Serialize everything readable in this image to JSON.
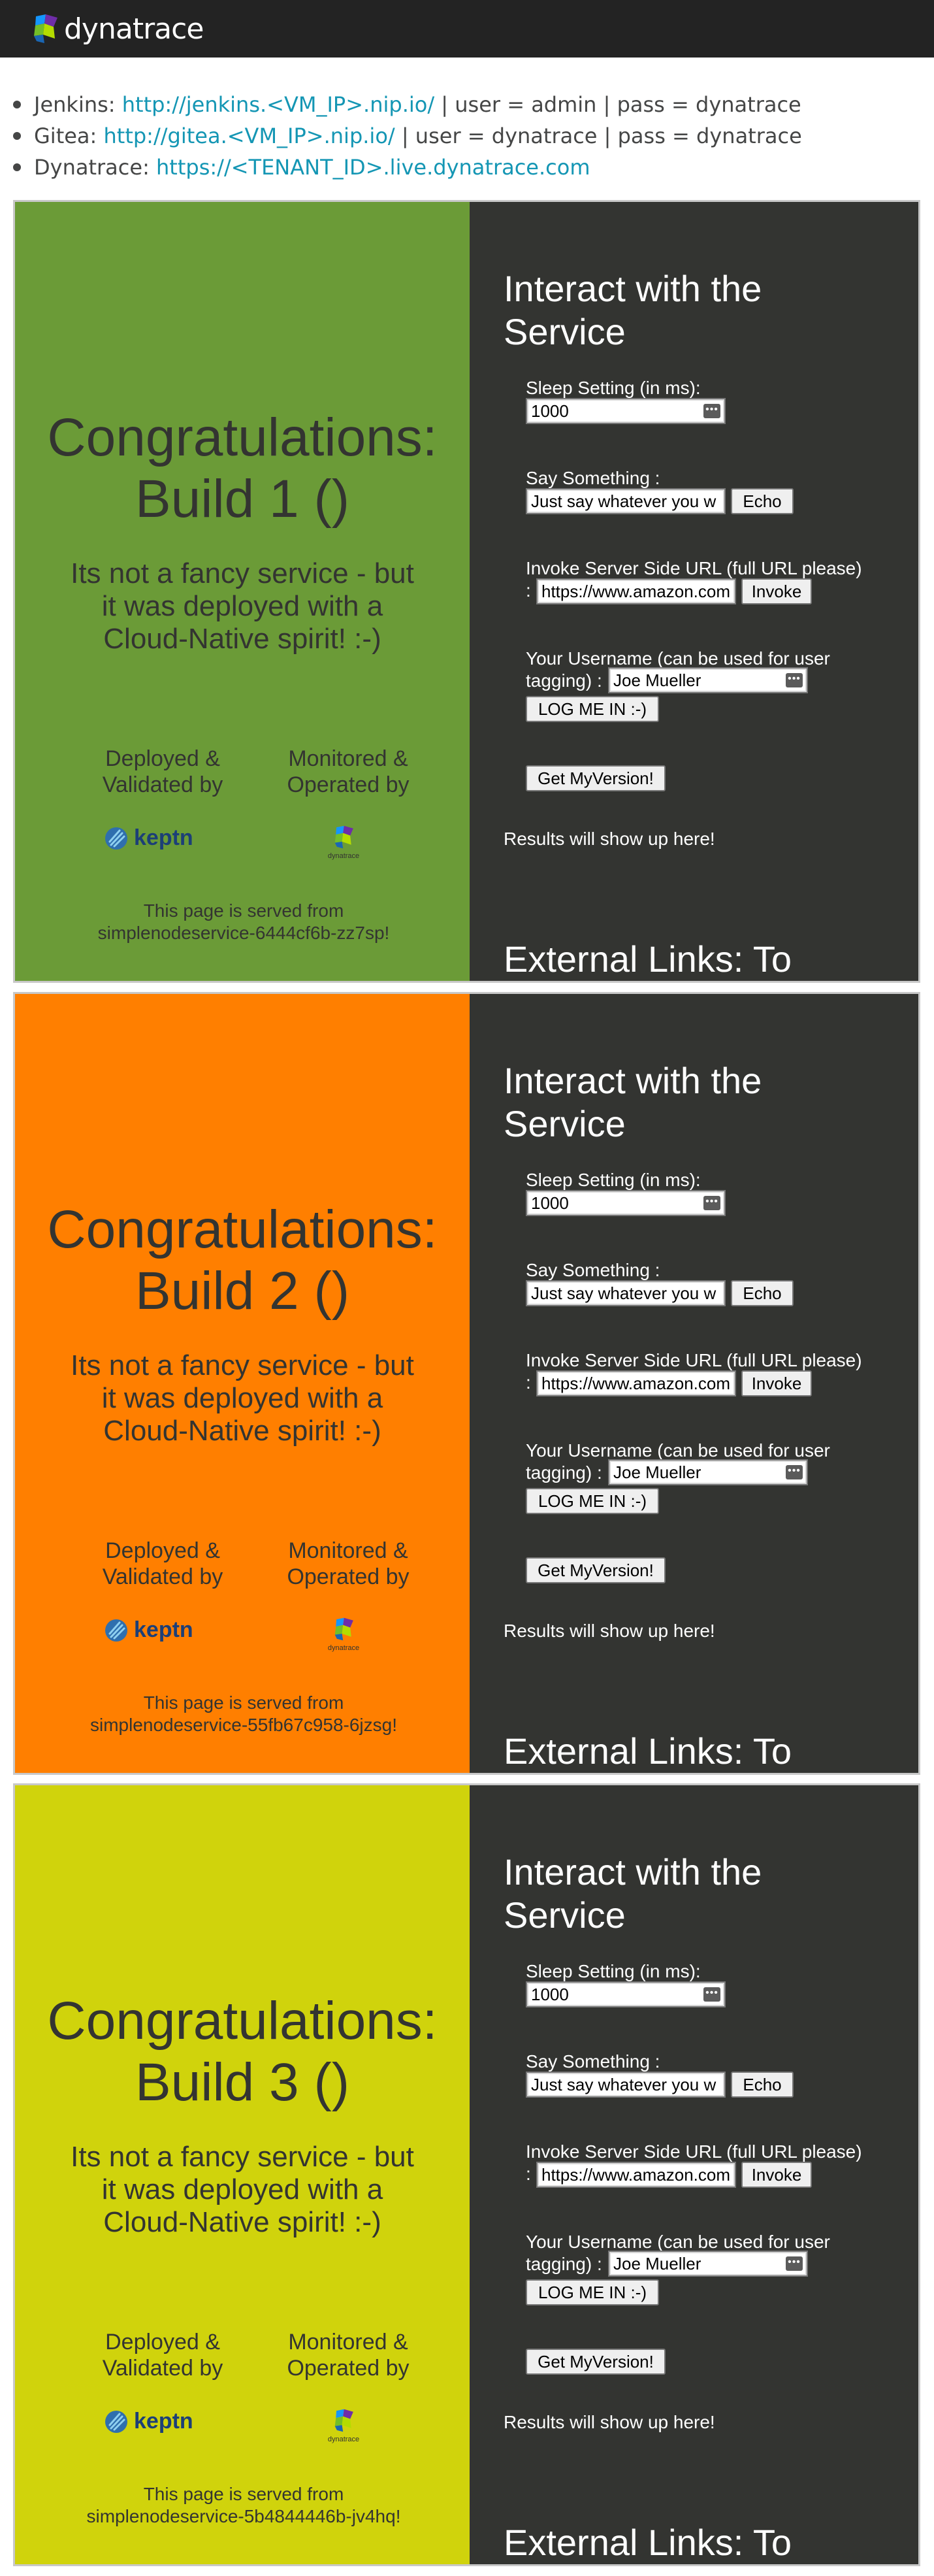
{
  "brand": {
    "name": "dynatrace"
  },
  "links": [
    {
      "label": "Jenkins:",
      "url": "http://jenkins.<VM_IP>.nip.io/",
      "suffix": " | user = admin | pass = dynatrace"
    },
    {
      "label": "Gitea:",
      "url": "http://gitea.<VM_IP>.nip.io/",
      "suffix": " | user = dynatrace | pass = dynatrace"
    },
    {
      "label": "Dynatrace:",
      "url": "https://<TENANT_ID>.live.dynatrace.com",
      "suffix": ""
    }
  ],
  "builds": [
    {
      "color": "#6b9b37",
      "title_line1": "Congratulations:",
      "title_line2": "Build 1 ()",
      "served_by": "This page is served from simplenodeservice-6444cf6b-zz7sp!"
    },
    {
      "color": "#ff7f00",
      "title_line1": "Congratulations:",
      "title_line2": "Build 2 ()",
      "served_by": "This page is served from simplenodeservice-55fb67c958-6jzsg!"
    },
    {
      "color": "#d0d30c",
      "title_line1": "Congratulations:",
      "title_line2": "Build 3 ()",
      "served_by": "This page is served from simplenodeservice-5b4844446b-jv4hq!"
    }
  ],
  "common": {
    "tagline": "Its not a fancy service - but it was deployed with a Cloud-Native spirit! :-)",
    "deployed_label": "Deployed & Validated by",
    "monitored_label": "Monitored & Operated by",
    "keptn_name": "keptn",
    "dynatrace_small": "dynatrace",
    "interact_title": "Interact with the Service",
    "sleep_label": "Sleep Setting (in ms):",
    "sleep_value": "1000",
    "say_label": "Say Something :",
    "say_value": "Just say whatever you w",
    "echo_button": "Echo",
    "invoke_label": "Invoke Server Side URL (full URL please)",
    "invoke_colon": ":",
    "invoke_value": "https://www.amazon.com",
    "invoke_button": "Invoke",
    "username_label_line1": "Your Username (can be used for user",
    "username_label_line2": "tagging) :",
    "username_value": "Joe Mueller",
    "login_button": "LOG ME IN :-)",
    "version_button": "Get MyVersion!",
    "results_text": "Results will show up here!",
    "external_links": "External Links: To"
  }
}
